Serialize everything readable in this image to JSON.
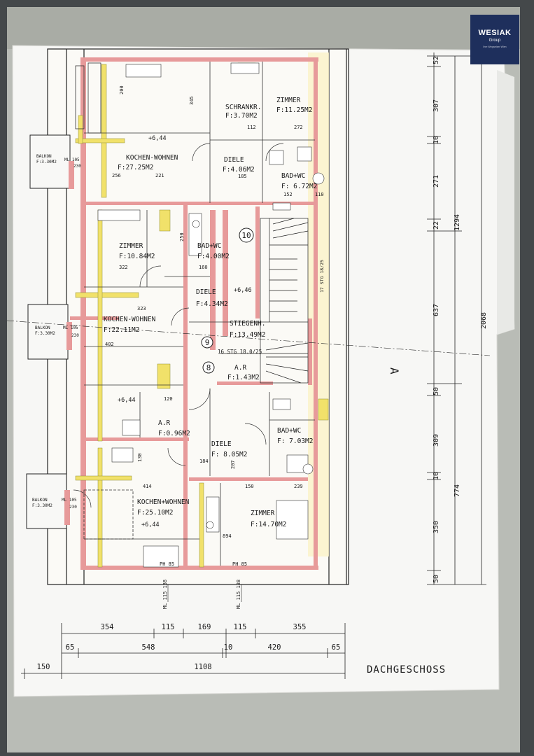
{
  "logo": {
    "name": "WESIAK",
    "subtitle": "Group",
    "tagline": "Ihre Wegweiser Wien"
  },
  "title": "DACHGESCHOSS",
  "rooms": {
    "schrank": [
      "SCHRANKR.",
      "F:3.70M2"
    ],
    "zimmer_top": [
      "ZIMMER",
      "F:11.25M2"
    ],
    "kochen_top": [
      "KOCHEN-WOHNEN",
      "F:27.25M2"
    ],
    "diele_top": [
      "DIELE",
      "F:4.06M2"
    ],
    "bad_top": [
      "BAD+WC",
      "F: 6.72M2"
    ],
    "zimmer_mid": [
      "ZIMMER",
      "F:10.84M2"
    ],
    "bad_mid": [
      "BAD+WC",
      "F:4.00M2"
    ],
    "diele_mid": [
      "DIELE",
      "F:4.34M2"
    ],
    "kochen_mid": [
      "KOCHEN-WOHNEN",
      "F:22.11M2"
    ],
    "stiegen": [
      "STIEGENH.",
      "F:13.49M2"
    ],
    "ar_mid": [
      "A.R",
      "F:1.43M2"
    ],
    "ar_low": [
      "A.R",
      "F:0.96M2"
    ],
    "diele_low": [
      "DIELE",
      "F: 8.05M2"
    ],
    "bad_low": [
      "BAD+WC",
      "F: 7.03M2"
    ],
    "kochen_low": [
      "KOCHEN+WOHNEN",
      "F:25.10M2"
    ],
    "zimmer_low": [
      "ZIMMER",
      "F:14.70M2"
    ]
  },
  "balkon": {
    "label": "BALKON",
    "area": "F:3.30M2",
    "mz": "ML 105",
    "w": "230"
  },
  "levels": [
    "+6,44",
    "+6,44",
    "+6,44",
    "+6,46"
  ],
  "circles": [
    "10",
    "9",
    "8"
  ],
  "stairs": [
    "16 STG 18.0/25",
    "17 STG 18/25"
  ],
  "section": "A",
  "dims_bottom": {
    "row1": [
      "354",
      "115",
      "169",
      "115",
      "355"
    ],
    "row2": [
      "65",
      "548",
      "10",
      "420",
      "65"
    ],
    "row3": [
      "150",
      "1108"
    ]
  },
  "dims_right": {
    "inner": [
      "52",
      "307",
      "10",
      "271",
      "22",
      "637",
      "50",
      "309",
      "10",
      "350",
      "50"
    ],
    "mid": [
      "1294",
      "774"
    ],
    "outer": "2068"
  },
  "misc": [
    "PH 85",
    "PH 85",
    "ML 115 138",
    "ML 115 138",
    "894",
    "345",
    "402",
    "414",
    "323",
    "322",
    "221",
    "256",
    "239",
    "150",
    "250",
    "160",
    "200",
    "120",
    "130",
    "207",
    "184",
    "272",
    "112",
    "185",
    "152",
    "110"
  ]
}
